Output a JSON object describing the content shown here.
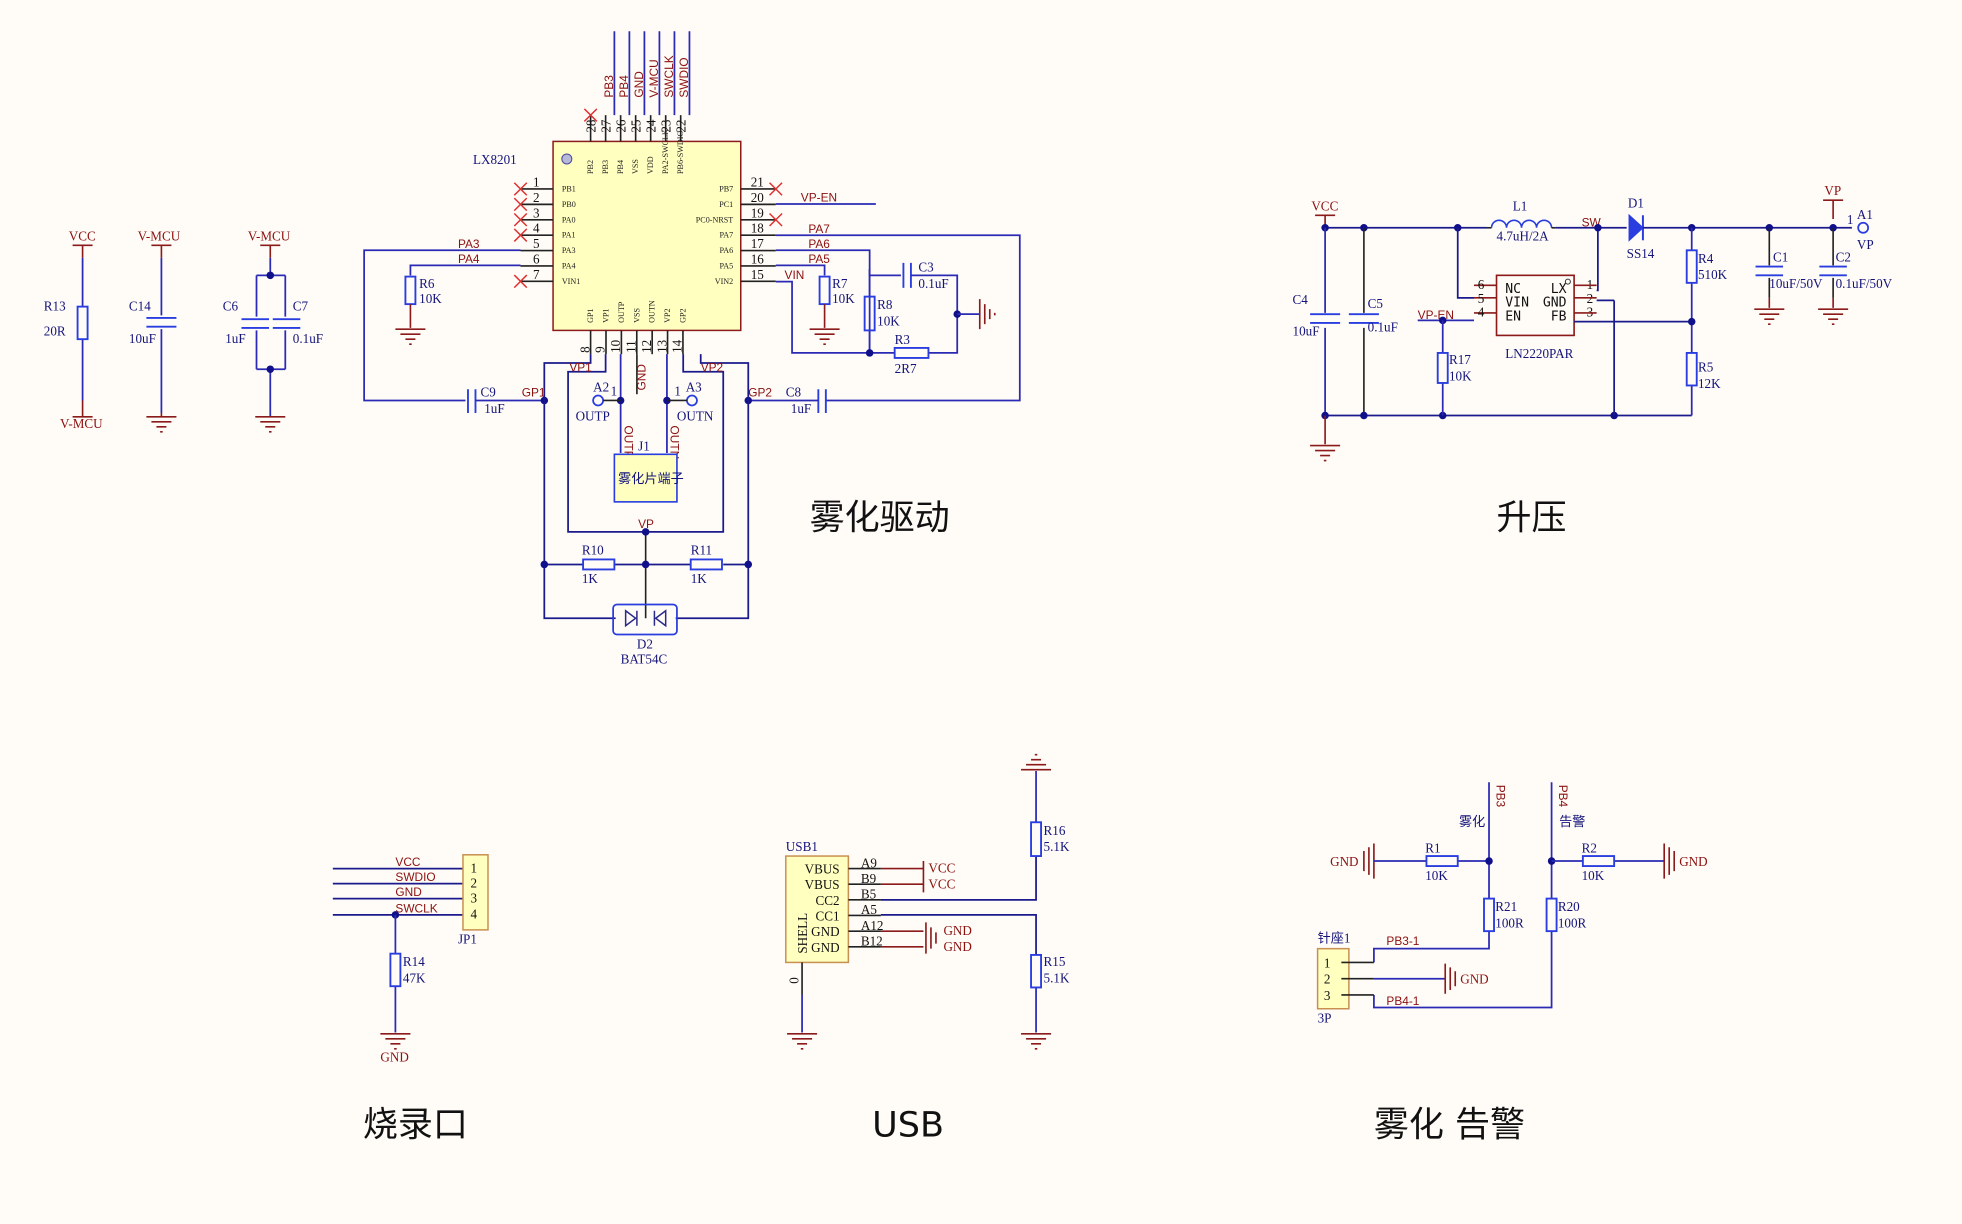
{
  "colors": {
    "background": "#fffcf7",
    "wire": "#2a2ab4",
    "net_label": "#8b1010",
    "designator": "#14147a",
    "ic_fill": "#ffffc0",
    "no_connect": "#e03030"
  },
  "titles": {
    "atomizer_driver": "雾化驱动",
    "boost": "升压",
    "programming_port": "烧录口",
    "usb": "USB",
    "atomize_alarm": "雾化  告警"
  },
  "power_section": {
    "r13": {
      "ref": "R13",
      "value": "20R",
      "top_net": "VCC",
      "bottom_net": "V-MCU"
    },
    "c14": {
      "ref": "C14",
      "value": "10uF",
      "top_net": "V-MCU"
    },
    "c6": {
      "ref": "C6",
      "value": "1uF"
    },
    "c7": {
      "ref": "C7",
      "value": "0.1uF",
      "top_net": "V-MCU"
    }
  },
  "mcu": {
    "ref": "LX8201",
    "top_pins": [
      {
        "num": "28",
        "name": "PB2",
        "net": ""
      },
      {
        "num": "27",
        "name": "PB3",
        "net": "PB3"
      },
      {
        "num": "26",
        "name": "PB4",
        "net": "PB4"
      },
      {
        "num": "25",
        "name": "VSS",
        "net": "GND"
      },
      {
        "num": "24",
        "name": "VDD",
        "net": "V-MCU"
      },
      {
        "num": "23",
        "name": "PA2-SWCLK",
        "net": "SWCLK"
      },
      {
        "num": "22",
        "name": "PB6-SWDIO",
        "net": "SWDIO"
      }
    ],
    "left_pins": [
      {
        "num": "1",
        "name": "PB1",
        "net": ""
      },
      {
        "num": "2",
        "name": "PB0",
        "net": ""
      },
      {
        "num": "3",
        "name": "PA0",
        "net": ""
      },
      {
        "num": "4",
        "name": "PA1",
        "net": ""
      },
      {
        "num": "5",
        "name": "PA3",
        "net": "PA3"
      },
      {
        "num": "6",
        "name": "PA4",
        "net": "PA4"
      },
      {
        "num": "7",
        "name": "VIN1",
        "net": ""
      }
    ],
    "right_pins": [
      {
        "num": "21",
        "name": "PB7",
        "net": ""
      },
      {
        "num": "20",
        "name": "PC1",
        "net": "VP-EN"
      },
      {
        "num": "19",
        "name": "PC0-NRST",
        "net": ""
      },
      {
        "num": "18",
        "name": "PA7",
        "net": "PA7"
      },
      {
        "num": "17",
        "name": "PA6",
        "net": "PA6"
      },
      {
        "num": "16",
        "name": "PA5",
        "net": "PA5"
      },
      {
        "num": "15",
        "name": "VIN2",
        "net": "VIN"
      }
    ],
    "bottom_pins": [
      {
        "num": "8",
        "name": "GP1"
      },
      {
        "num": "9",
        "name": "VP1"
      },
      {
        "num": "10",
        "name": "OUTP"
      },
      {
        "num": "11",
        "name": "VSS"
      },
      {
        "num": "12",
        "name": "OUTN"
      },
      {
        "num": "13",
        "name": "VP2"
      },
      {
        "num": "14",
        "name": "GP2"
      }
    ]
  },
  "driver_parts": {
    "r6": {
      "ref": "R6",
      "value": "10K"
    },
    "r7": {
      "ref": "R7",
      "value": "10K"
    },
    "r8": {
      "ref": "R8",
      "value": "10K"
    },
    "r3": {
      "ref": "R3",
      "value": "2R7"
    },
    "c3": {
      "ref": "C3",
      "value": "0.1uF"
    },
    "c9": {
      "ref": "C9",
      "value": "1uF",
      "net": "GP1"
    },
    "c8": {
      "ref": "C8",
      "value": "1uF",
      "net": "GP2"
    },
    "a2": {
      "ref": "A2",
      "pin": "1",
      "label": "OUTP"
    },
    "a3": {
      "ref": "A3",
      "pin": "1",
      "label": "OUTN"
    },
    "j1": {
      "ref": "J1",
      "label": "雾化片端子",
      "net_left": "OUTP",
      "net_right": "OUTN"
    },
    "net_vp1": "VP1",
    "net_vp2": "VP2",
    "net_gnd": "GND",
    "net_vp": "VP",
    "r10": {
      "ref": "R10",
      "value": "1K"
    },
    "r11": {
      "ref": "R11",
      "value": "1K"
    },
    "d2": {
      "ref": "D2",
      "value": "BAT54C"
    }
  },
  "boost_parts": {
    "vcc": "VCC",
    "vp": "VP",
    "l1": {
      "ref": "L1",
      "value": "4.7uH/2A"
    },
    "sw_label": "SW",
    "d1": {
      "ref": "D1",
      "value": "SS14"
    },
    "c4": {
      "ref": "C4",
      "value": "10uF"
    },
    "c5": {
      "ref": "C5",
      "value": "0.1uF"
    },
    "c1": {
      "ref": "C1",
      "value": "10uF/50V"
    },
    "c2": {
      "ref": "C2",
      "value": "0.1uF/50V"
    },
    "r4": {
      "ref": "R4",
      "value": "510K"
    },
    "r5": {
      "ref": "R5",
      "value": "12K"
    },
    "r17": {
      "ref": "R17",
      "value": "10K"
    },
    "vp_en": "VP-EN",
    "a1": {
      "ref": "A1",
      "pin": "1",
      "label": "VP"
    },
    "u": {
      "part": "LN2220PAR",
      "left_pins": [
        {
          "num": "6",
          "name": "NC"
        },
        {
          "num": "5",
          "name": "VIN"
        },
        {
          "num": "4",
          "name": "EN"
        }
      ],
      "right_pins": [
        {
          "num": "1",
          "name": "LX"
        },
        {
          "num": "2",
          "name": "GND"
        },
        {
          "num": "3",
          "name": "FB"
        }
      ]
    }
  },
  "prog_port": {
    "ref": "JP1",
    "pins": [
      {
        "num": "1",
        "net": "VCC"
      },
      {
        "num": "2",
        "net": "SWDIO"
      },
      {
        "num": "3",
        "net": "GND"
      },
      {
        "num": "4",
        "net": "SWCLK"
      }
    ],
    "r14": {
      "ref": "R14",
      "value": "47K"
    },
    "gnd": "GND"
  },
  "usb_section": {
    "ref": "USB1",
    "pins": [
      {
        "num": "A9",
        "name": "VBUS",
        "net": "VCC"
      },
      {
        "num": "B9",
        "name": "VBUS",
        "net": "VCC"
      },
      {
        "num": "B5",
        "name": "CC2",
        "net": ""
      },
      {
        "num": "A5",
        "name": "CC1",
        "net": ""
      },
      {
        "num": "A12",
        "name": "GND",
        "net": "GND"
      },
      {
        "num": "B12",
        "name": "GND",
        "net": "GND"
      }
    ],
    "shell_label": "SHELL",
    "shell_pin": "0",
    "r16": {
      "ref": "R16",
      "value": "5.1K"
    },
    "r15": {
      "ref": "R15",
      "value": "5.1K"
    }
  },
  "alarm_section": {
    "gnd": "GND",
    "net_pb3": "PB3",
    "net_pb4": "PB4",
    "label_atomize": "雾化",
    "label_alarm": "告警",
    "r1": {
      "ref": "R1",
      "value": "10K"
    },
    "r2": {
      "ref": "R2",
      "value": "10K"
    },
    "r21": {
      "ref": "R21",
      "value": "100R"
    },
    "r20": {
      "ref": "R20",
      "value": "100R"
    },
    "header": {
      "ref": "针座1",
      "value": "3P",
      "pins": [
        "1",
        "2",
        "3"
      ]
    },
    "net_pb3_1": "PB3-1",
    "net_pb4_1": "PB4-1"
  }
}
